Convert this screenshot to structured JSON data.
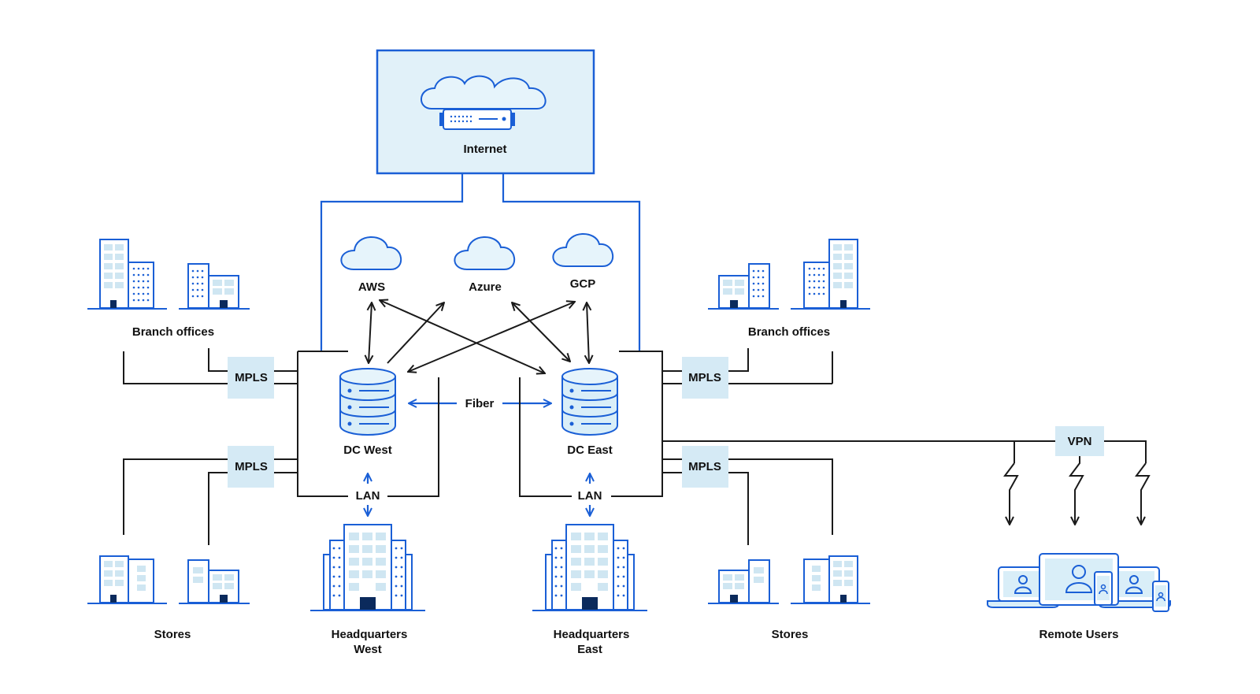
{
  "labels": {
    "internet": "Internet",
    "aws": "AWS",
    "azure": "Azure",
    "gcp": "GCP",
    "fiber": "Fiber",
    "dc_west": "DC West",
    "dc_east": "DC East",
    "lan": "LAN",
    "mpls": "MPLS",
    "vpn": "VPN",
    "branch_offices": "Branch offices",
    "stores": "Stores",
    "hq_line1": "Headquarters",
    "hq_west_line2": "West",
    "hq_east_line2": "East",
    "remote_users": "Remote Users"
  },
  "colors": {
    "accent": "#1a5fd6",
    "light_fill": "#d9eef8",
    "box_fill": "#d5eaf5",
    "line": "#1a1a1a"
  },
  "icons": [
    "cloud-icon",
    "server-appliance-icon",
    "database-icon",
    "building-icon",
    "laptop-user-icon",
    "phone-icon",
    "lightning-link-icon"
  ]
}
